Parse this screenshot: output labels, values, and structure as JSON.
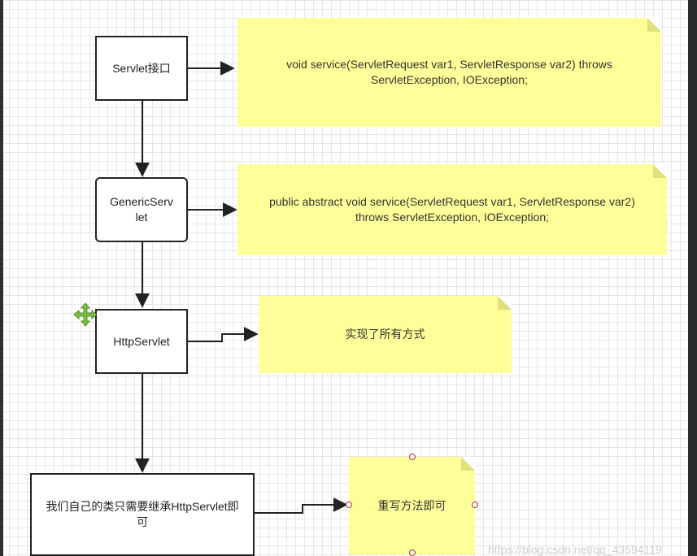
{
  "nodes": {
    "servlet_interface": "Servlet接口",
    "generic_servlet": "GenericServlet",
    "http_servlet": "HttpServlet",
    "own_class": "我们自己的类只需要继承HttpServlet即可"
  },
  "notes": {
    "servlet_method": "void service(ServletRequest var1, ServletResponse var2) throws ServletException, IOException;",
    "generic_method": "public abstract void service(ServletRequest var1, ServletResponse var2) throws ServletException, IOException;",
    "http_note": "实现了所有方式",
    "override_note": "重写方法即可"
  },
  "watermark": "https://blog.csdn.net/qq_43594119",
  "colors": {
    "note_fill": "#ffff99",
    "box_border": "#222222",
    "handle_border": "#b03030",
    "move_icon": "#7ac143"
  },
  "icons": {
    "move_handle": "move-arrows-icon"
  }
}
